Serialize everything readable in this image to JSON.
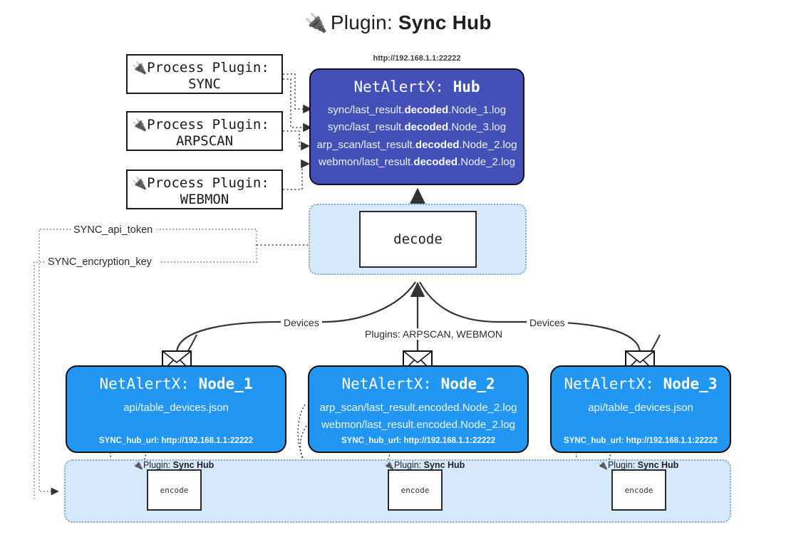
{
  "title": {
    "icon": "plug-icon",
    "prefix": "Plugin:",
    "name": "Sync Hub"
  },
  "process_plugins": [
    {
      "label": "Process Plugin:",
      "name": "SYNC",
      "icon": "plug-icon"
    },
    {
      "label": "Process Plugin:",
      "name": "ARPSCAN",
      "icon": "plug-icon"
    },
    {
      "label": "Process Plugin:",
      "name": "WEBMON",
      "icon": "plug-icon"
    }
  ],
  "hub": {
    "url": "http://192.168.1.1:22222",
    "title_prefix": "NetAlertX:",
    "title_name": "Hub",
    "logs": [
      {
        "pre": "sync/last_result.",
        "em": "decoded",
        "post": ".Node_1.log"
      },
      {
        "pre": "sync/last_result.",
        "em": "decoded",
        "post": ".Node_3.log"
      },
      {
        "pre": "arp_scan/last_result.",
        "em": "decoded",
        "post": ".Node_2.log"
      },
      {
        "pre": "webmon/last_result.",
        "em": "decoded",
        "post": ".Node_2.log"
      }
    ]
  },
  "decode": {
    "box_label": "decode"
  },
  "secrets": [
    {
      "label": "SYNC_api_token"
    },
    {
      "label": "SYNC_encryption_key"
    }
  ],
  "edge_labels": {
    "devices_left": "Devices",
    "devices_right": "Devices",
    "plugins_center": "Plugins: ARPSCAN, WEBMON"
  },
  "nodes": [
    {
      "title_prefix": "NetAlertX:",
      "title_name": "Node_1",
      "lines": [
        "api/table_devices.json"
      ],
      "footer": "SYNC_hub_url: http://192.168.1.1:22222",
      "envelope_icon": "envelope-icon"
    },
    {
      "title_prefix": "NetAlertX:",
      "title_name": "Node_2",
      "lines": [
        "arp_scan/last_result.encoded.Node_2.log",
        "webmon/last_result.encoded.Node_2.log"
      ],
      "footer": "SYNC_hub_url: http://192.168.1.1:22222",
      "envelope_icon": "envelope-icon"
    },
    {
      "title_prefix": "NetAlertX:",
      "title_name": "Node_3",
      "lines": [
        "api/table_devices.json"
      ],
      "footer": "SYNC_hub_url: http://192.168.1.1:22222",
      "envelope_icon": "envelope-icon"
    }
  ],
  "encoders": [
    {
      "caption_prefix": "Plugin:",
      "caption_name": "Sync Hub",
      "box_label": "encode",
      "icon": "plug-icon"
    },
    {
      "caption_prefix": "Plugin:",
      "caption_name": "Sync Hub",
      "box_label": "encode",
      "icon": "plug-icon"
    },
    {
      "caption_prefix": "Plugin:",
      "caption_name": "Sync Hub",
      "box_label": "encode",
      "icon": "plug-icon"
    }
  ],
  "colors": {
    "hub_fill": "#4250b8",
    "node_fill": "#2196f3",
    "container_fill": "#d6e9fb",
    "container_border": "#8aa8c0",
    "stroke": "#333333"
  }
}
